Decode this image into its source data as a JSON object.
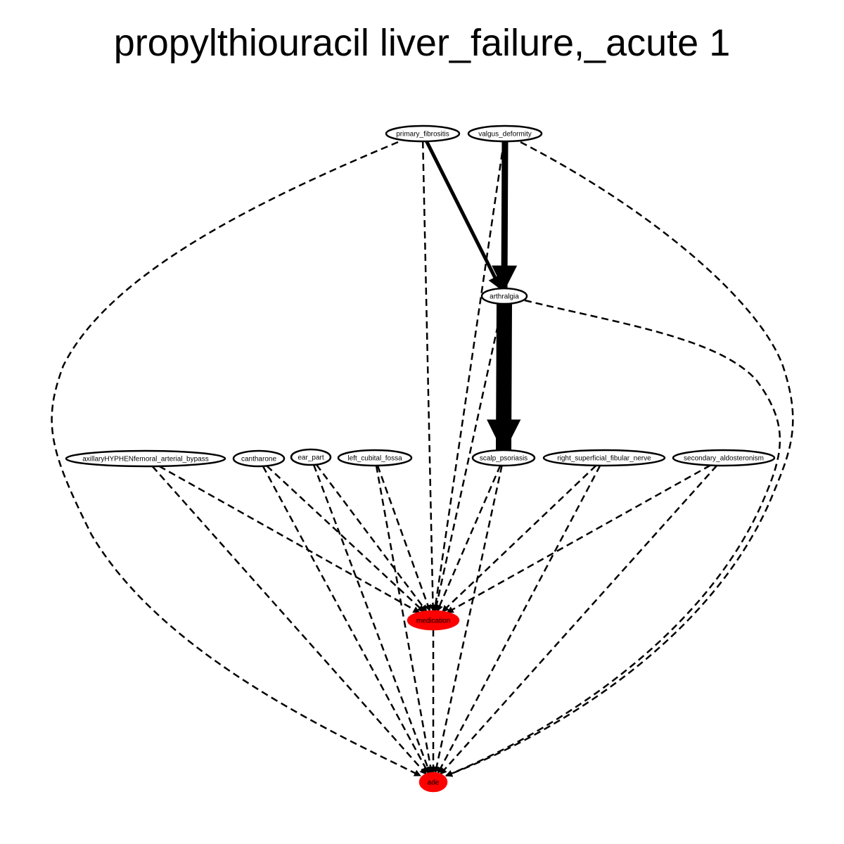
{
  "title": "propylthiouracil liver_failure,_acute 1",
  "colors": {
    "background": "#ffffff",
    "stroke": "#000000",
    "highlight": "#ff0000"
  },
  "nodes": [
    {
      "id": "primary_fibrositis",
      "label": "primary_fibrositis",
      "fill": "#ffffff"
    },
    {
      "id": "valgus_deformity",
      "label": "valgus_deformity",
      "fill": "#ffffff"
    },
    {
      "id": "arthralgia",
      "label": "arthralgia",
      "fill": "#ffffff"
    },
    {
      "id": "axillary",
      "label": "axillaryHYPHENfemoral_arterial_bypass",
      "fill": "#ffffff"
    },
    {
      "id": "cantharone",
      "label": "cantharone",
      "fill": "#ffffff"
    },
    {
      "id": "ear_part",
      "label": "ear_part",
      "fill": "#ffffff"
    },
    {
      "id": "left_cubital_fossa",
      "label": "left_cubital_fossa",
      "fill": "#ffffff"
    },
    {
      "id": "scalp_psoriasis",
      "label": "scalp_psoriasis",
      "fill": "#ffffff"
    },
    {
      "id": "right_nerve",
      "label": "right_superficial_fibular_nerve",
      "fill": "#ffffff"
    },
    {
      "id": "secondary_aldosteronism",
      "label": "secondary_aldosteronism",
      "fill": "#ffffff"
    },
    {
      "id": "medication",
      "label": "medication",
      "fill": "#ff0000"
    },
    {
      "id": "ade",
      "label": "ade",
      "fill": "#ff0000"
    }
  ],
  "edges": [
    {
      "from": "primary_fibrositis",
      "to": "arthralgia",
      "style": "solid",
      "weight": 5
    },
    {
      "from": "valgus_deformity",
      "to": "arthralgia",
      "style": "solid",
      "weight": 9
    },
    {
      "from": "arthralgia",
      "to": "scalp_psoriasis",
      "style": "solid",
      "weight": 22
    },
    {
      "from": "primary_fibrositis",
      "to": "medication",
      "style": "dashed",
      "weight": 2.5
    },
    {
      "from": "primary_fibrositis",
      "to": "ade",
      "style": "dashed",
      "weight": 2.5
    },
    {
      "from": "valgus_deformity",
      "to": "medication",
      "style": "dashed",
      "weight": 2.5
    },
    {
      "from": "valgus_deformity",
      "to": "ade",
      "style": "dashed",
      "weight": 2.5
    },
    {
      "from": "arthralgia",
      "to": "medication",
      "style": "dashed",
      "weight": 2.5
    },
    {
      "from": "arthralgia",
      "to": "ade",
      "style": "dashed",
      "weight": 2.5
    },
    {
      "from": "axillary",
      "to": "medication",
      "style": "dashed",
      "weight": 2.5
    },
    {
      "from": "axillary",
      "to": "ade",
      "style": "dashed",
      "weight": 2.5
    },
    {
      "from": "cantharone",
      "to": "medication",
      "style": "dashed",
      "weight": 2.5
    },
    {
      "from": "cantharone",
      "to": "ade",
      "style": "dashed",
      "weight": 2.5
    },
    {
      "from": "ear_part",
      "to": "medication",
      "style": "dashed",
      "weight": 2.5
    },
    {
      "from": "ear_part",
      "to": "ade",
      "style": "dashed",
      "weight": 2.5
    },
    {
      "from": "left_cubital_fossa",
      "to": "medication",
      "style": "dashed",
      "weight": 2.5
    },
    {
      "from": "left_cubital_fossa",
      "to": "ade",
      "style": "dashed",
      "weight": 2.5
    },
    {
      "from": "scalp_psoriasis",
      "to": "medication",
      "style": "dashed",
      "weight": 2.5
    },
    {
      "from": "scalp_psoriasis",
      "to": "ade",
      "style": "dashed",
      "weight": 2.5
    },
    {
      "from": "right_nerve",
      "to": "medication",
      "style": "dashed",
      "weight": 2.5
    },
    {
      "from": "right_nerve",
      "to": "ade",
      "style": "dashed",
      "weight": 2.5
    },
    {
      "from": "secondary_aldosteronism",
      "to": "medication",
      "style": "dashed",
      "weight": 2.5
    },
    {
      "from": "secondary_aldosteronism",
      "to": "ade",
      "style": "dashed",
      "weight": 2.5
    },
    {
      "from": "medication",
      "to": "ade",
      "style": "dashed",
      "weight": 2.5
    }
  ]
}
